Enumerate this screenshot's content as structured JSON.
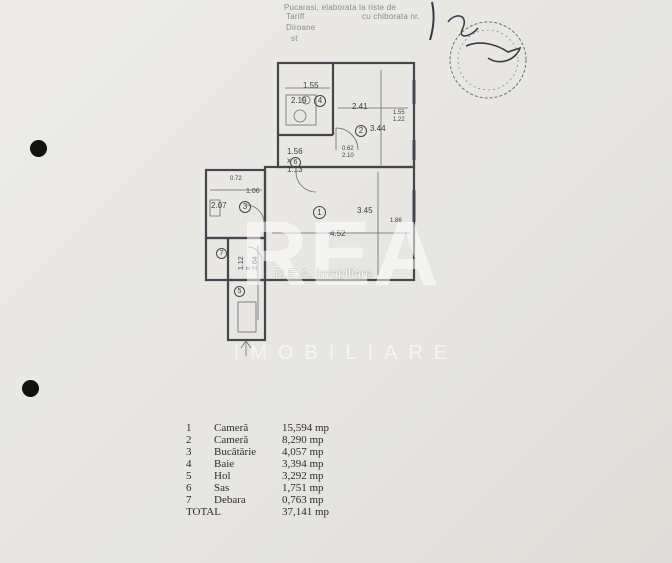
{
  "stamp": {
    "line1": "Pucarasi, elaborata la riste de",
    "line2": "Tariff",
    "line3": "cu chiborata nr.",
    "line4": "Diroane",
    "line5": "st"
  },
  "plan": {
    "dims": {
      "d155": "1.55",
      "d219": "2.19",
      "d241": "2.41",
      "d344": "3.44",
      "d155b": "1.55",
      "d122": "1.22",
      "d156x113": "1.56 x 1.13",
      "d062": "0.62",
      "d210": "2.10",
      "d106": "1.06",
      "d207": "2.07",
      "d345": "3.45",
      "d452": "4.52",
      "d186": "1.86",
      "d112x264": "1.12 x 2.64",
      "d072": "0.72"
    },
    "room_markers": [
      "1",
      "2",
      "3",
      "4",
      "5",
      "6",
      "7"
    ]
  },
  "watermark": {
    "logo": "REA",
    "subtitle": "IMOBILIARE",
    "label": "R.E.A. Imobiliare"
  },
  "rooms": [
    {
      "num": "1",
      "name": "Cameră",
      "area": "15,594 mp"
    },
    {
      "num": "2",
      "name": "Cameră",
      "area": "8,290 mp"
    },
    {
      "num": "3",
      "name": "Bucătărie",
      "area": "4,057 mp"
    },
    {
      "num": "4",
      "name": "Baie",
      "area": "3,394 mp"
    },
    {
      "num": "5",
      "name": "Hol",
      "area": "3,292 mp"
    },
    {
      "num": "6",
      "name": "Sas",
      "area": "1,751 mp"
    },
    {
      "num": "7",
      "name": "Debara",
      "area": "0,763 mp"
    }
  ],
  "total": {
    "label": "TOTAL",
    "area": "37,141 mp"
  }
}
